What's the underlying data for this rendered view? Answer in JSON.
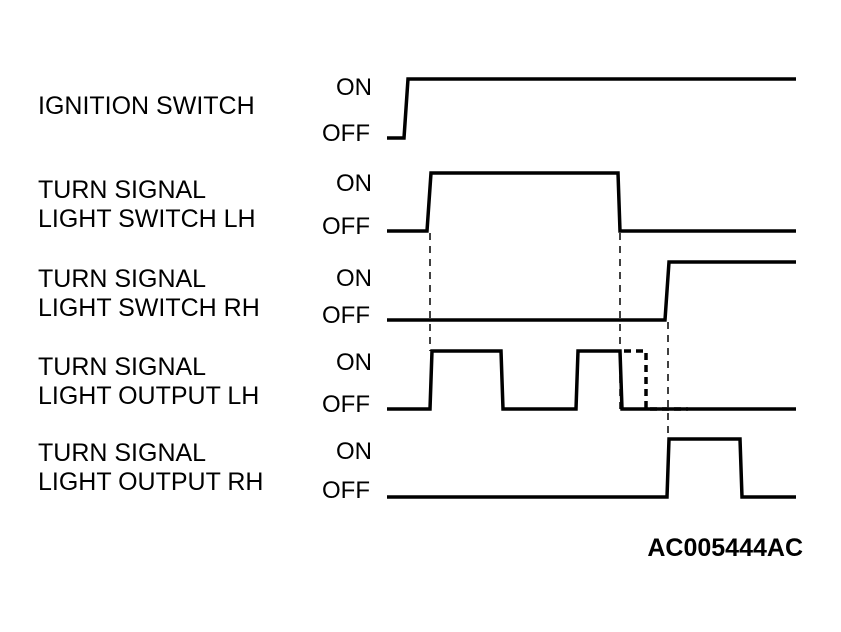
{
  "signals": [
    {
      "id": "ignition",
      "label_lines": [
        "IGNITION SWITCH"
      ],
      "on": "ON",
      "off": "OFF"
    },
    {
      "id": "lh-switch",
      "label_lines": [
        "TURN SIGNAL",
        "LIGHT SWITCH LH"
      ],
      "on": "ON",
      "off": "OFF"
    },
    {
      "id": "rh-switch",
      "label_lines": [
        "TURN SIGNAL",
        "LIGHT SWITCH RH"
      ],
      "on": "ON",
      "off": "OFF"
    },
    {
      "id": "lh-output",
      "label_lines": [
        "TURN SIGNAL",
        "LIGHT OUTPUT LH"
      ],
      "on": "ON",
      "off": "OFF"
    },
    {
      "id": "rh-output",
      "label_lines": [
        "TURN SIGNAL",
        "LIGHT OUTPUT RH"
      ],
      "on": "ON",
      "off": "OFF"
    }
  ],
  "figure_code": "AC005444AC"
}
